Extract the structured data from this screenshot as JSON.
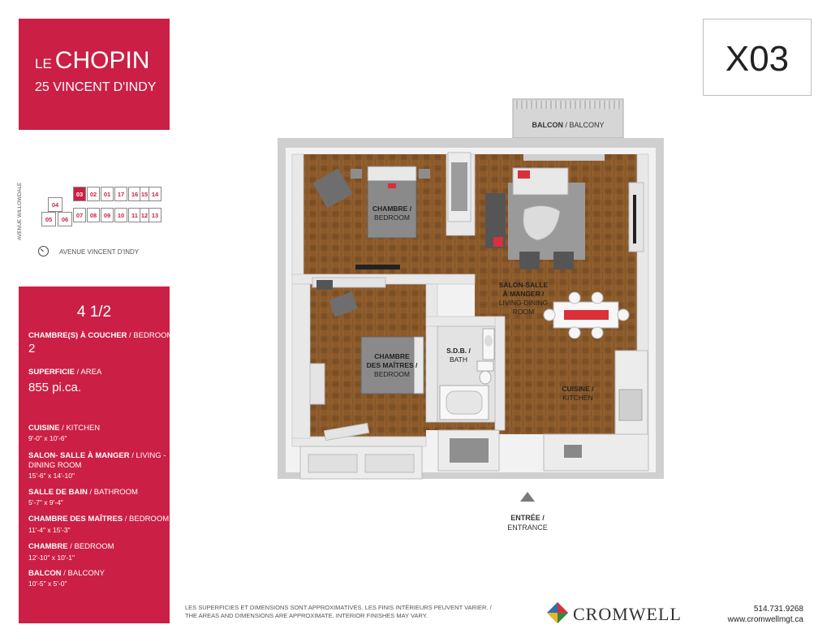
{
  "header": {
    "building_prefix": "LE",
    "building_name": "CHOPIN",
    "address": "25 VINCENT D'INDY",
    "unit_code": "X03"
  },
  "key_plan": {
    "street_vertical": "AVENUE WILLOWDALE",
    "street_horizontal": "AVENUE VINCENT D'INDY",
    "top_row": [
      "03",
      "02",
      "01",
      "17",
      "16",
      "15",
      "14"
    ],
    "bottom_row": [
      "07",
      "08",
      "09",
      "10",
      "11",
      "12",
      "13"
    ],
    "left_units": [
      "04",
      "05",
      "06"
    ],
    "selected": "03"
  },
  "details": {
    "unit_type": "4 1/2",
    "bedrooms_label_fr": "CHAMBRE(S) À COUCHER",
    "bedrooms_label_en": " / BEDROOM(S)",
    "bedrooms_value": "2",
    "area_label_fr": "SUPERFICIE",
    "area_label_en": " / AREA",
    "area_value": "855 pi.ca.",
    "rooms": [
      {
        "fr": "CUISINE",
        "en": " / KITCHEN",
        "dim": "9'-0\" x 10'-6\""
      },
      {
        "fr": "SALON- SALLE À MANGER",
        "en": " / LIVING -",
        "en2": "DINING ROOM",
        "dim": "15'-6\" x 14'-10\""
      },
      {
        "fr": "SALLE DE BAIN",
        "en": " / BATHROOM",
        "dim": "5'-7\" x 9'-4\""
      },
      {
        "fr": "CHAMBRE DES MAÎTRES",
        "en": " /  BEDROOM",
        "dim": "11'-4\" x 15'-3\""
      },
      {
        "fr": "CHAMBRE",
        "en": "  /  BEDROOM",
        "dim": "12'-10\" x 10'-1\""
      },
      {
        "fr": "BALCON",
        "en": " / BALCONY",
        "dim": "10'-5\" x 5'-0\""
      }
    ]
  },
  "plan": {
    "balcony_fr": "BALCON",
    "balcony_en": " / BALCONY",
    "bedroom1_fr": "CHAMBRE /",
    "bedroom1_en": "BEDROOM",
    "master_fr1": "CHAMBRE",
    "master_fr2": "DES MAÎTRES /",
    "master_en": "BEDROOM",
    "bath_fr": "S.D.B. /",
    "bath_en": "BATH",
    "living_fr1": "SALON-SALLE",
    "living_fr2": "À MANGER /",
    "living_en1": "LIVING-DINING",
    "living_en2": "ROOM",
    "kitchen_fr": "CUISINE /",
    "kitchen_en": "KITCHEN",
    "entrance_fr": "ENTRÉE /",
    "entrance_en": "ENTRANCE"
  },
  "footer": {
    "disclaimer_fr": "LES SUPERFICIES ET DIMENSIONS SONT APPROXIMATIVES. LES FINIS INTÉRIEURS PEUVENT VARIER. /",
    "disclaimer_en": "THE AREAS AND DIMENSIONS ARE APPROXIMATE. INTERIOR FINISHES MAY VARY.",
    "brand": "CROMWELL",
    "phone": "514.731.9268",
    "website": "www.cromwellmgt.ca"
  },
  "colors": {
    "accent": "#cc1f45",
    "floor": "#8a5a2b",
    "wall": "#e9e9e9"
  }
}
